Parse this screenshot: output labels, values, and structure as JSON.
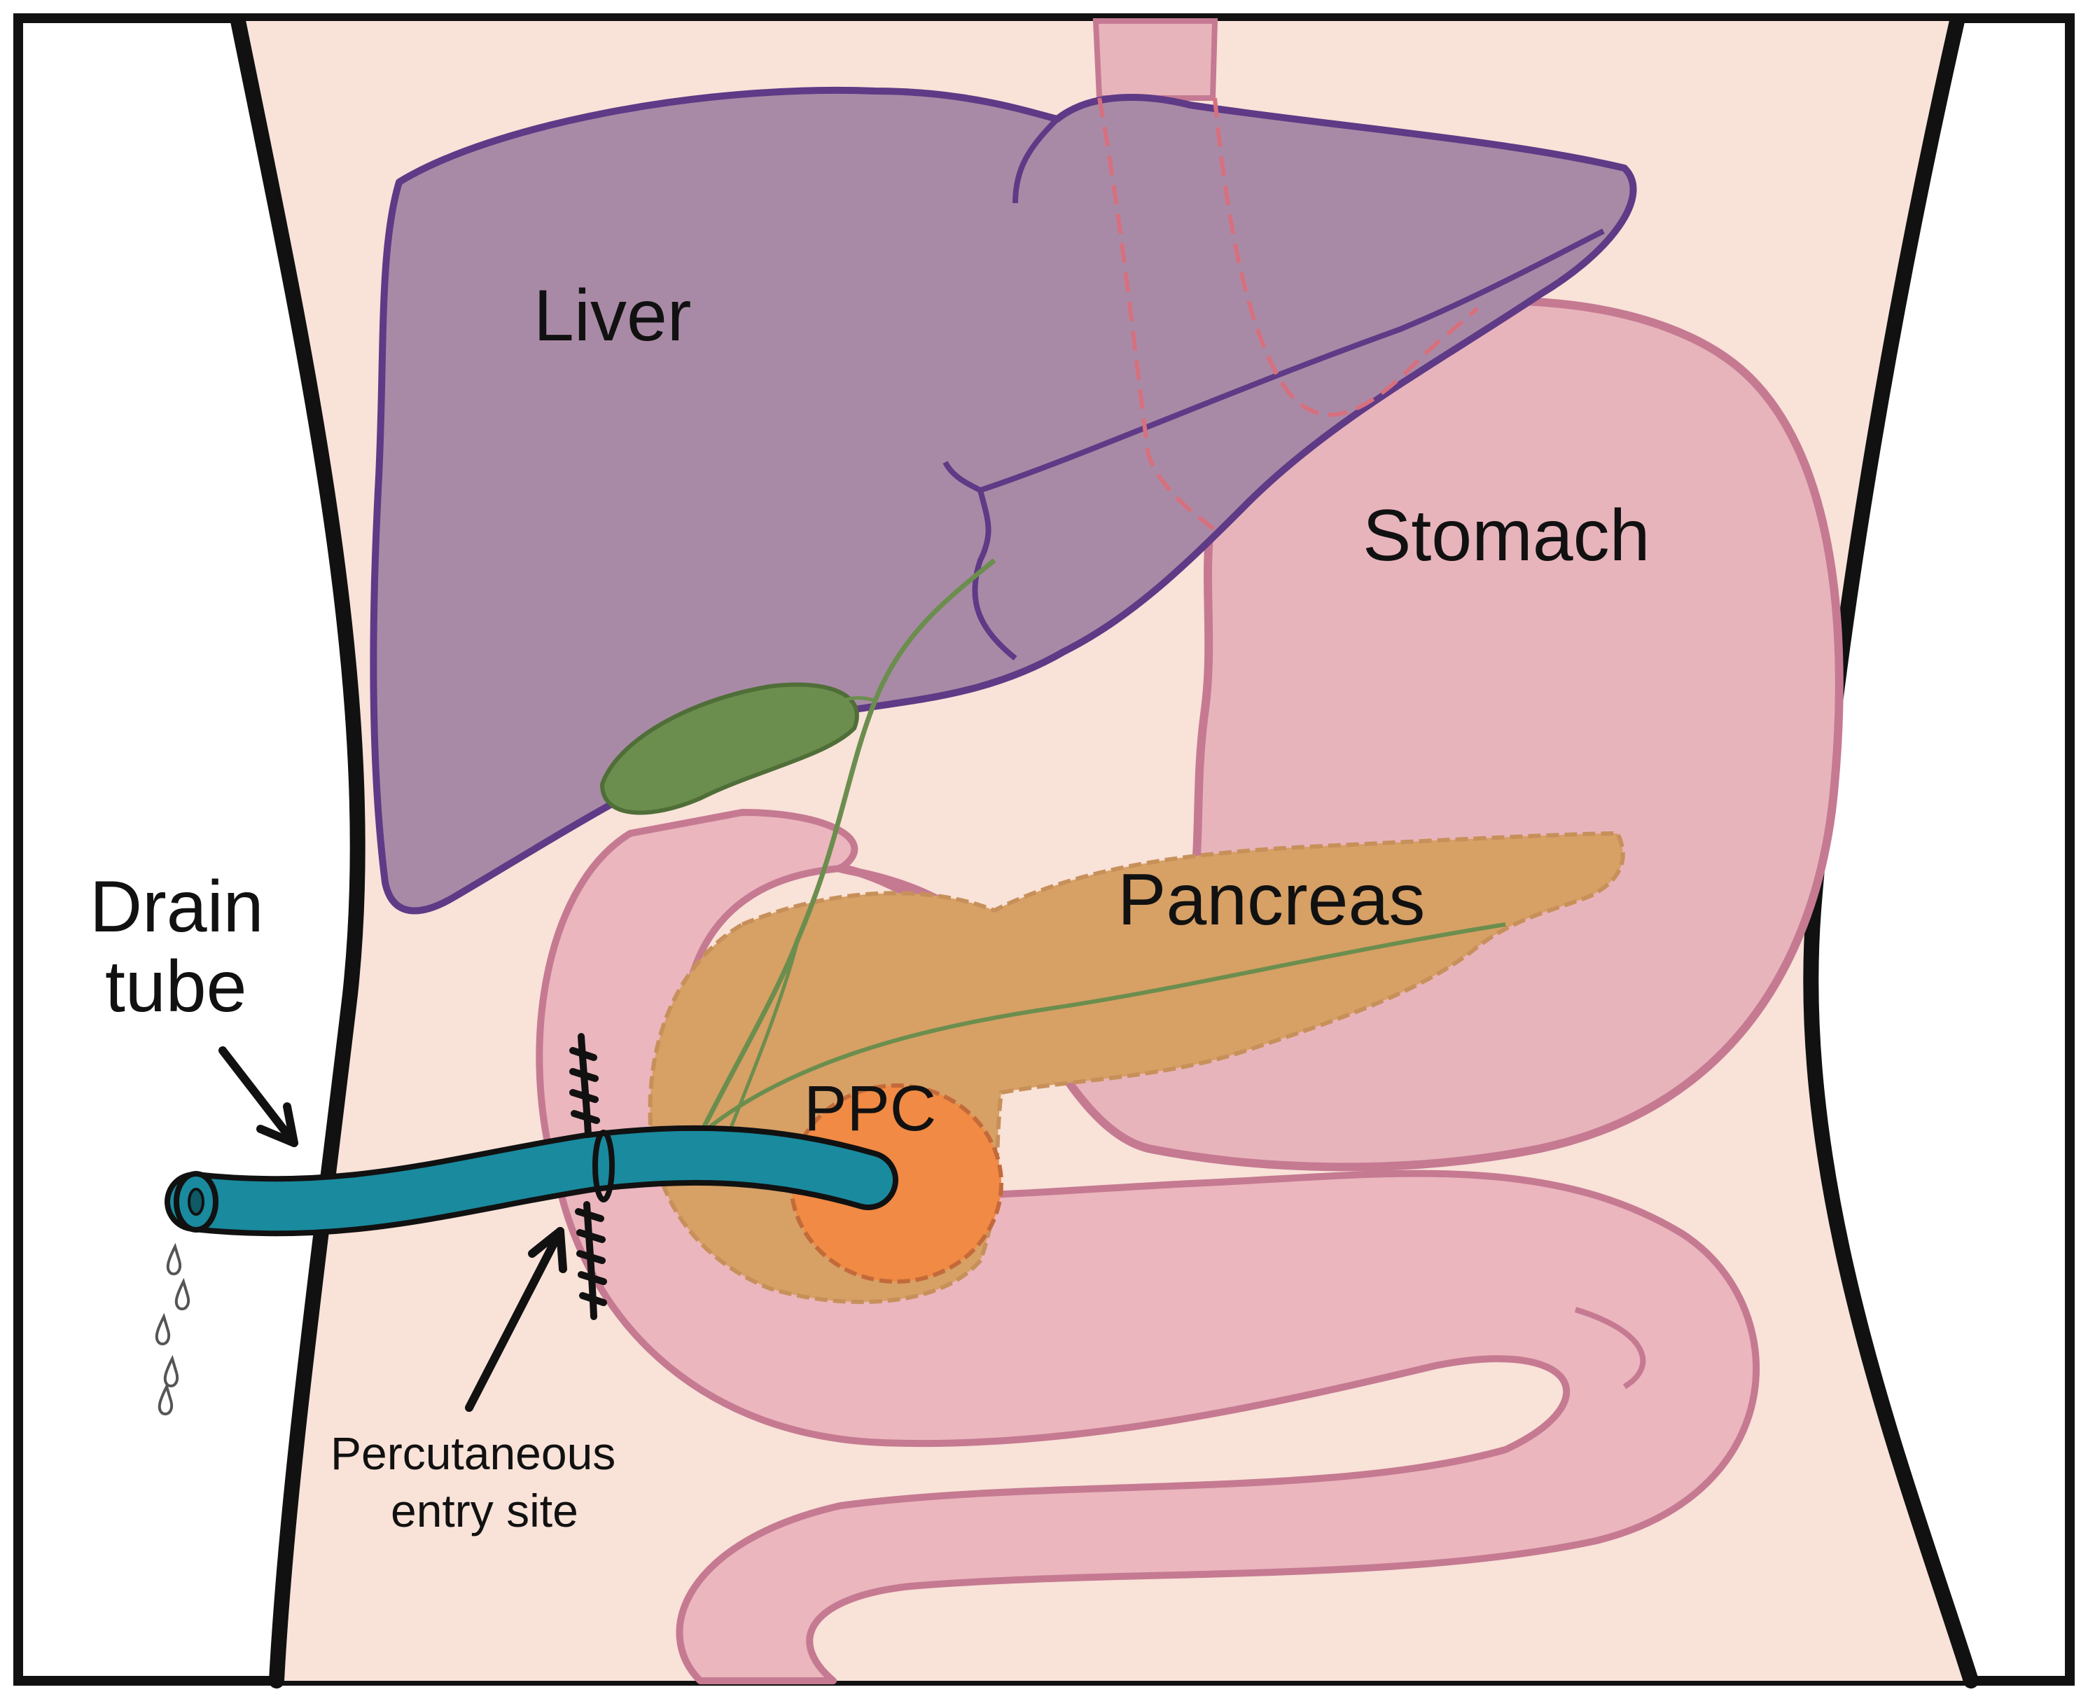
{
  "diagram": {
    "labels": {
      "liver": "Liver",
      "stomach": "Stomach",
      "pancreas": "Pancreas",
      "ppc": "PPC",
      "drain_tube_line1": "Drain",
      "drain_tube_line2": "tube",
      "entry_site_line1": "Percutaneous",
      "entry_site_line2": "entry site"
    },
    "colors": {
      "skin": "#f9e2d8",
      "liver": "#a98aa6",
      "liver_outline": "#5f3a86",
      "stomach": "#e8b4bc",
      "stomach_outline": "#c57a92",
      "intestine": "#ebb6be",
      "pancreas": "#d7a065",
      "gallbladder": "#6b8e4e",
      "ppc": "#f08a44",
      "drain_tube": "#1a8a9e",
      "frame": "#111111"
    }
  }
}
